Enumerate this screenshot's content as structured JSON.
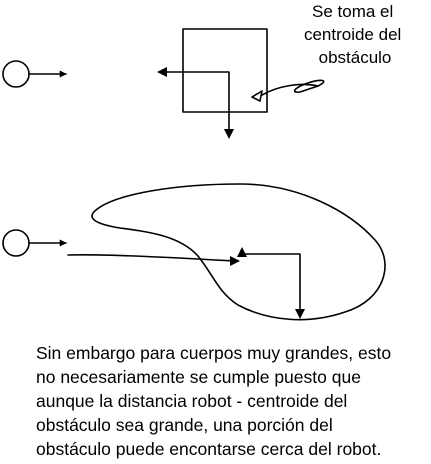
{
  "annotation": {
    "lines": [
      "Se toma el",
      "centroide del",
      "obstáculo"
    ]
  },
  "caption": {
    "lines": [
      "Sin embargo para cuerpos muy grandes, esto",
      "no necesariamente se cumple puesto que",
      "aunque la distancia robot - centroide  del",
      "obstáculo sea grande, una porción del",
      "obstáculo puede encontarse cerca del robot."
    ]
  }
}
